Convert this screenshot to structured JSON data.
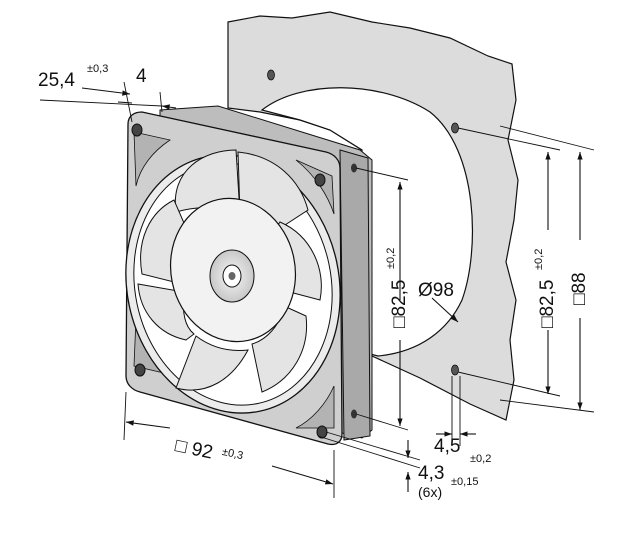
{
  "dimensions": {
    "depth": {
      "value": "25,4",
      "tolerance": "±0,3"
    },
    "flange": {
      "value": "4"
    },
    "frame_width": {
      "prefix": "□",
      "value": "92",
      "tolerance": "±0,3"
    },
    "fan_hole_spacing": {
      "prefix": "□",
      "value": "82,5",
      "tolerance": "±0,2"
    },
    "panel_hole_spacing": {
      "prefix": "□",
      "value": "82,5",
      "tolerance": "±0,2"
    },
    "panel_cutout_size": {
      "prefix": "□",
      "value": "88"
    },
    "cutout_diameter": {
      "prefix": "Ø",
      "value": "98"
    },
    "mount_hole_panel": {
      "value": "4,5",
      "tolerance": "±0,2"
    },
    "mount_hole_fan": {
      "value": "4,3",
      "tolerance": "±0,15",
      "count": "(6x)"
    }
  },
  "colors": {
    "panel_fill": "#dcdcdc",
    "frame_fill": "#cfcfcf",
    "blade_fill": "#e4e4e4",
    "line": "#111111"
  }
}
